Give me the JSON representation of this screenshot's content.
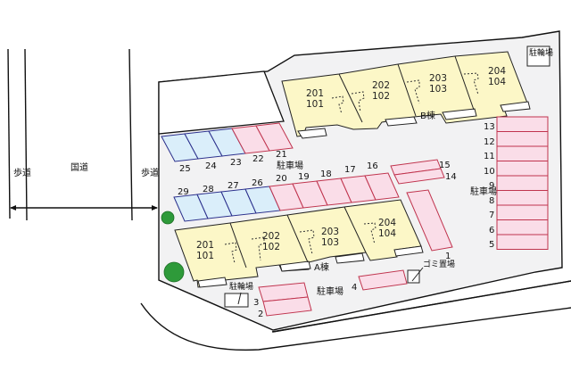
{
  "map": {
    "roads": {
      "national_road": "国道",
      "sidewalk_left": "歩道",
      "sidewalk_right": "歩道"
    },
    "buildings": [
      {
        "name": "B棟",
        "units": [
          {
            "upper": "201",
            "lower": "101"
          },
          {
            "upper": "202",
            "lower": "102"
          },
          {
            "upper": "203",
            "lower": "103"
          },
          {
            "upper": "204",
            "lower": "104"
          }
        ]
      },
      {
        "name": "A棟",
        "units": [
          {
            "upper": "201",
            "lower": "101"
          },
          {
            "upper": "202",
            "lower": "102"
          },
          {
            "upper": "203",
            "lower": "103"
          },
          {
            "upper": "204",
            "lower": "104"
          }
        ]
      }
    ],
    "facilities": {
      "bicycle_parking_top": "駐輪場",
      "bicycle_parking_bottom": "駐輪場",
      "parking_center": "駐車場",
      "parking_right": "駐車場",
      "parking_bottom": "駐車場",
      "garbage_area": "ゴミ置場"
    },
    "parking_spaces": {
      "row_top": [
        "25",
        "24",
        "23",
        "22",
        "21"
      ],
      "row_middle": [
        "29",
        "28",
        "27",
        "26",
        "20",
        "19",
        "18",
        "17",
        "16"
      ],
      "right_stack": [
        "15",
        "14"
      ],
      "diagonal": [
        "1"
      ],
      "right_column": [
        "13",
        "12",
        "11",
        "10",
        "9",
        "8",
        "7",
        "6",
        "5"
      ],
      "bottom": [
        "4",
        "3",
        "2"
      ]
    },
    "colors": {
      "building_fill": "#fcf7c7",
      "parking_pink": "#fadde8",
      "parking_pink_stroke": "#c0344e",
      "parking_blue": "#daeefa",
      "parking_blue_stroke": "#2a2f8c",
      "lot_fill": "#f2f2f3",
      "tree": "#2e9a3a"
    }
  }
}
